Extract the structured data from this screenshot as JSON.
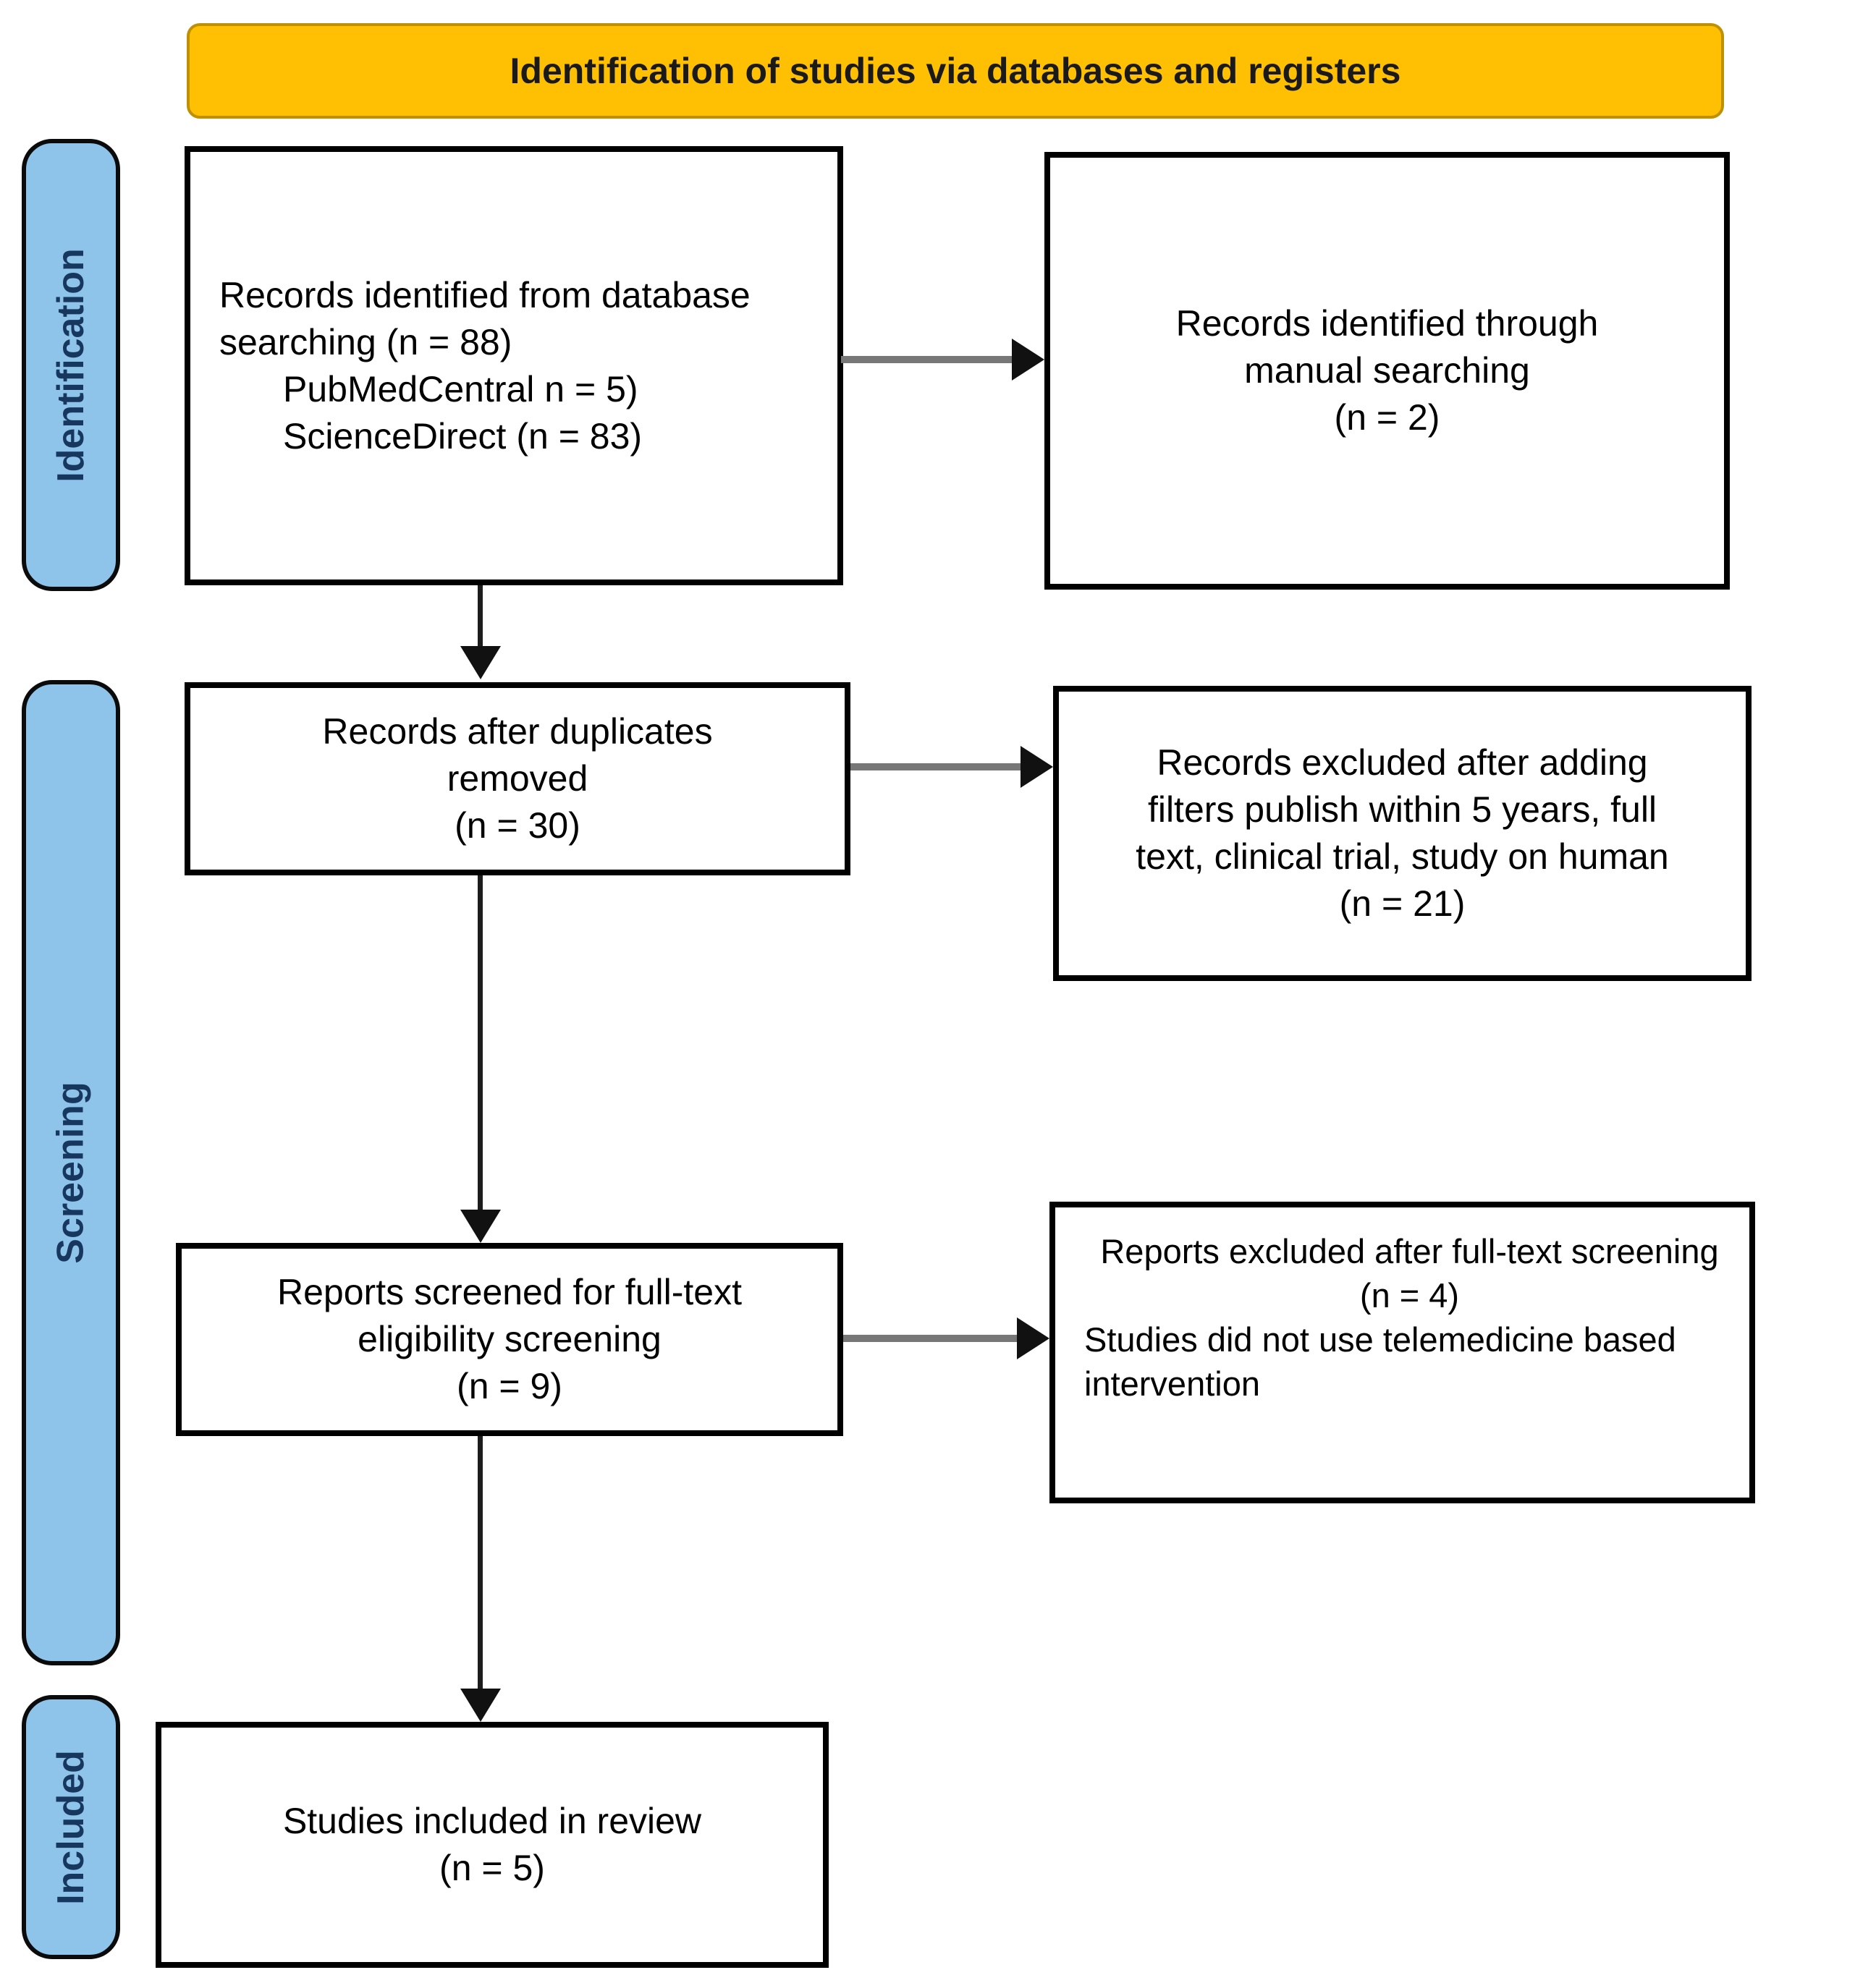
{
  "banner": {
    "title": "Identification of studies via databases and registers"
  },
  "stages": [
    {
      "id": "identification",
      "label": "Identification"
    },
    {
      "id": "screening",
      "label": "Screening"
    },
    {
      "id": "included",
      "label": "Included"
    }
  ],
  "boxes": {
    "records_database": {
      "lines": [
        "Records identified from database",
        "searching (n = 88)",
        "PubMedCentral n = 5)",
        "ScienceDirect (n = 83)"
      ]
    },
    "records_manual": {
      "lines": [
        "Records identified through",
        "manual searching",
        "(n = 2)"
      ]
    },
    "duplicates_removed": {
      "lines": [
        "Records after duplicates",
        "removed",
        "(n = 30)"
      ]
    },
    "records_excluded_filters": {
      "lines": [
        "Records excluded after adding",
        "filters publish within 5 years, full",
        "text, clinical trial, study on human",
        "(n = 21)"
      ]
    },
    "reports_screened": {
      "lines": [
        "Reports screened for full-text",
        "eligibility screening",
        "(n = 9)"
      ]
    },
    "reports_excluded_fulltext": {
      "lines": [
        "Reports excluded after full-text screening",
        "(n = 4)",
        "Studies did not use telemedicine based",
        "intervention"
      ]
    },
    "studies_included": {
      "lines": [
        "Studies included in review",
        "(n = 5)"
      ]
    }
  },
  "colors": {
    "banner_fill": "#FFC004",
    "banner_border": "#BF9000",
    "stage_fill": "#8EC4E9",
    "stage_text": "#17375E",
    "box_border": "#000000",
    "arrow_shaft_gray": "#777777",
    "arrow_black": "#111111"
  }
}
